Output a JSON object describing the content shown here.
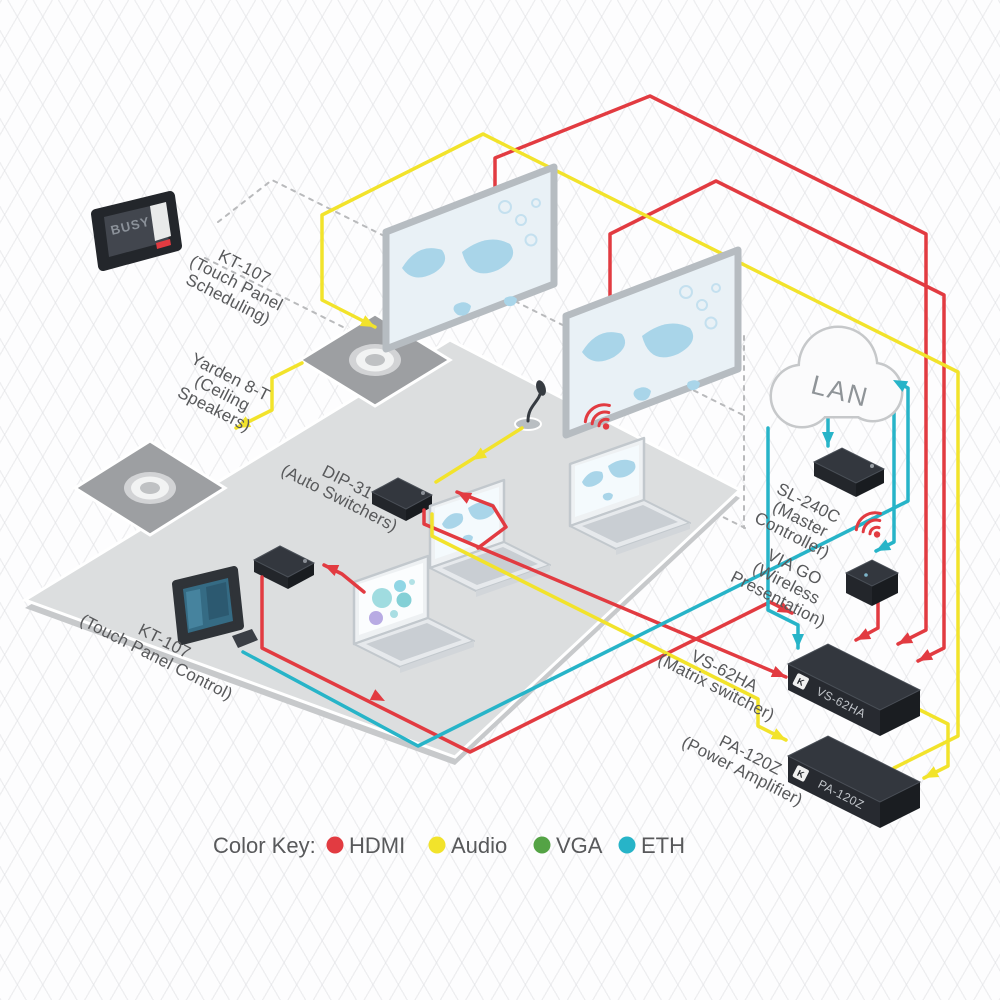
{
  "labels": {
    "kt107_scheduling": [
      "KT-107",
      "(Touch Panel",
      "Scheduling)"
    ],
    "yarden": [
      "Yarden 8-T",
      "(Ceiling",
      "Speakers)"
    ],
    "dip31": [
      "DIP-31",
      "(Auto Switchers)"
    ],
    "kt107_control": [
      "KT-107",
      "(Touch Panel Control)"
    ],
    "sl240c": [
      "SL-240C",
      "(Master",
      "Controller)"
    ],
    "via_go": [
      "VIA GO",
      "(Wireless",
      "Presentation)"
    ],
    "vs62ha": [
      "VS-62HA",
      "(Matrix switcher)"
    ],
    "pa120z": [
      "PA-120Z",
      "(Power Amplifier)"
    ],
    "lan": "LAN",
    "busy_screen": "BUSY"
  },
  "device_faceplates": {
    "vs62ha": "VS-62HA",
    "pa120z": "PA-120Z",
    "kramer_logo": "K"
  },
  "color_key": {
    "title": "Color Key:",
    "items": [
      {
        "label": "HDMI",
        "color": "#e23b41"
      },
      {
        "label": "Audio",
        "color": "#f2e32b"
      },
      {
        "label": "VGA",
        "color": "#54a345"
      },
      {
        "label": "ETH",
        "color": "#27b4c8"
      }
    ]
  },
  "colors": {
    "hdmi": "#e23b41",
    "audio": "#f2e32b",
    "vga": "#54a345",
    "eth": "#27b4c8",
    "dashed_link": "#b9babc",
    "label_text": "#58595b",
    "device_dark": "#2e3238",
    "table_gray": "#dcdedf",
    "tile_gray": "#9d9fa2",
    "map_blue": "#a9d5e9"
  }
}
